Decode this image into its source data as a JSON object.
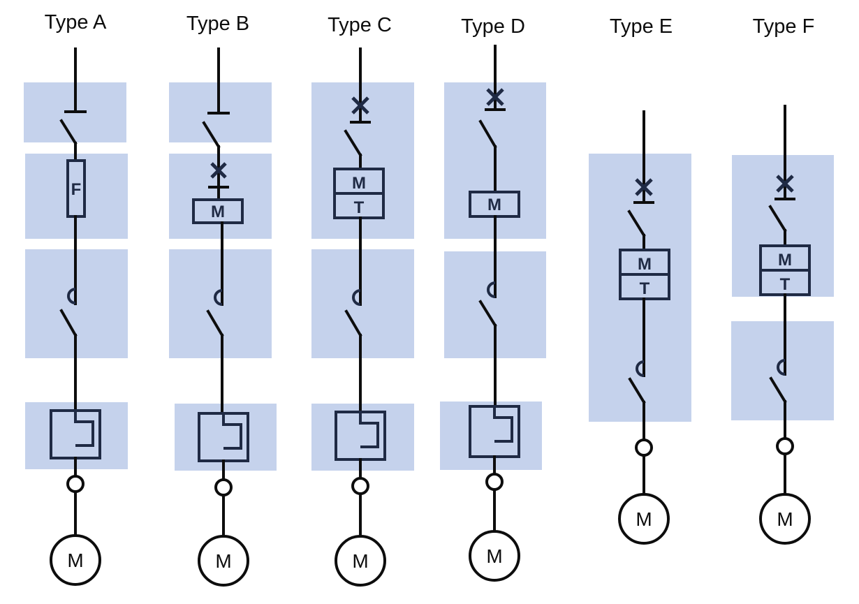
{
  "types": [
    {
      "id": "a",
      "title": "Type A",
      "fuse_label": "F",
      "motor_label": "M"
    },
    {
      "id": "b",
      "title": "Type B",
      "contactor_label": "M",
      "motor_label": "M"
    },
    {
      "id": "c",
      "title": "Type C",
      "contactor_label": "M",
      "overload_label": "T",
      "motor_label": "M"
    },
    {
      "id": "d",
      "title": "Type D",
      "contactor_label": "M",
      "motor_label": "M"
    },
    {
      "id": "e",
      "title": "Type E",
      "contactor_label": "M",
      "overload_label": "T",
      "motor_label": "M"
    },
    {
      "id": "f",
      "title": "Type F",
      "contactor_label": "M",
      "overload_label": "T",
      "motor_label": "M"
    }
  ],
  "colors": {
    "panel_fill": "#c5d2ec",
    "line": "#0d0d0d",
    "symbol_stroke": "#1f2a44"
  }
}
